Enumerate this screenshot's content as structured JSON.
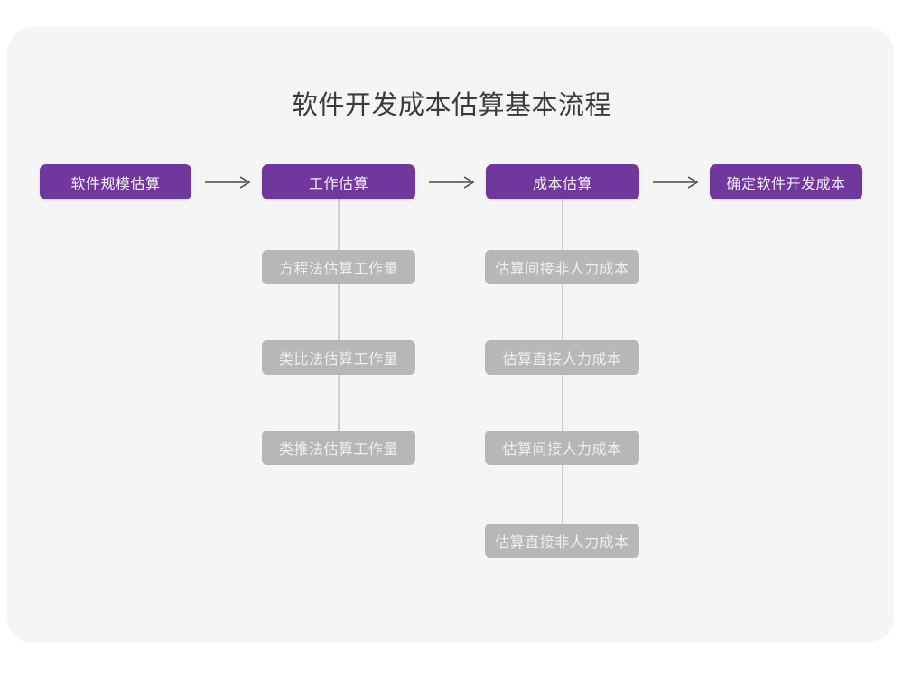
{
  "title": "软件开发成本估算基本流程",
  "theme": {
    "page_background": "#ffffff",
    "card_background": "#f5f5f5",
    "primary_node_color": "#70379c",
    "primary_node_text_color": "#f2eef7",
    "secondary_node_color": "#b7b7b7",
    "secondary_node_text_color": "#eeeeee",
    "connector_color": "#cfcfcf",
    "title_color": "#3b3b3b",
    "arrow_color": "#4a4a4a"
  },
  "flow": {
    "stages": [
      {
        "id": "stage-1",
        "label": "软件规模估算",
        "substeps": []
      },
      {
        "id": "stage-2",
        "label": "工作估算",
        "substeps": [
          {
            "label": "方程法估算工作量"
          },
          {
            "label": "类比法估算工作量"
          },
          {
            "label": "类推法估算工作量"
          }
        ]
      },
      {
        "id": "stage-3",
        "label": "成本估算",
        "substeps": [
          {
            "label": "估算间接非人力成本"
          },
          {
            "label": "估算直接人力成本"
          },
          {
            "label": "估算间接人力成本"
          },
          {
            "label": "估算直接非人力成本"
          }
        ]
      },
      {
        "id": "stage-4",
        "label": "确定软件开发成本",
        "substeps": []
      }
    ],
    "connector_arrows": [
      {
        "id": "arrow-1",
        "glyph": "arrow-right-icon"
      },
      {
        "id": "arrow-2",
        "glyph": "arrow-right-icon"
      },
      {
        "id": "arrow-3",
        "glyph": "arrow-right-icon"
      }
    ]
  }
}
